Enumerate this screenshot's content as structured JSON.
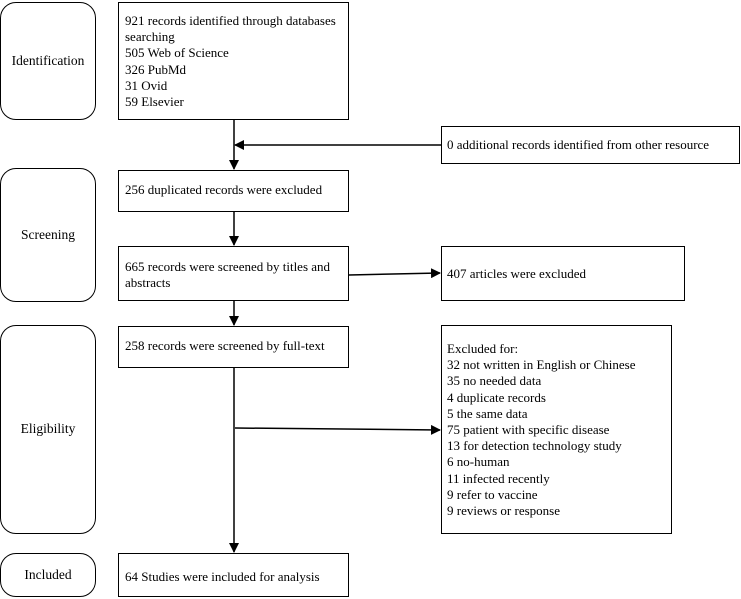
{
  "stages": {
    "identification": "Identification",
    "screening": "Screening",
    "eligibility": "Eligibility",
    "included": "Included"
  },
  "boxes": {
    "records_identified": [
      "921 records identified through databases",
      "searching",
      "505 Web of Science",
      "326 PubMd",
      "31 Ovid",
      "59 Elsevier"
    ],
    "additional_records": "0 additional records identified from other resource",
    "duplicates_excluded": "256 duplicated records were excluded",
    "screened_titles": [
      "665 records were screened by titles and",
      "abstracts"
    ],
    "articles_excluded": "407 articles were excluded",
    "screened_fulltext": "258  records were screened by full-text",
    "excluded_reasons": [
      "Excluded for:",
      "32 not written in English or Chinese",
      "35 no needed data",
      "4 duplicate records",
      "5 the same data",
      "75 patient with specific disease",
      "13 for detection technology study",
      "6 no-human",
      "11 infected recently",
      "9 refer to vaccine",
      "9 reviews or response"
    ],
    "studies_included": "64 Studies were included for analysis"
  }
}
